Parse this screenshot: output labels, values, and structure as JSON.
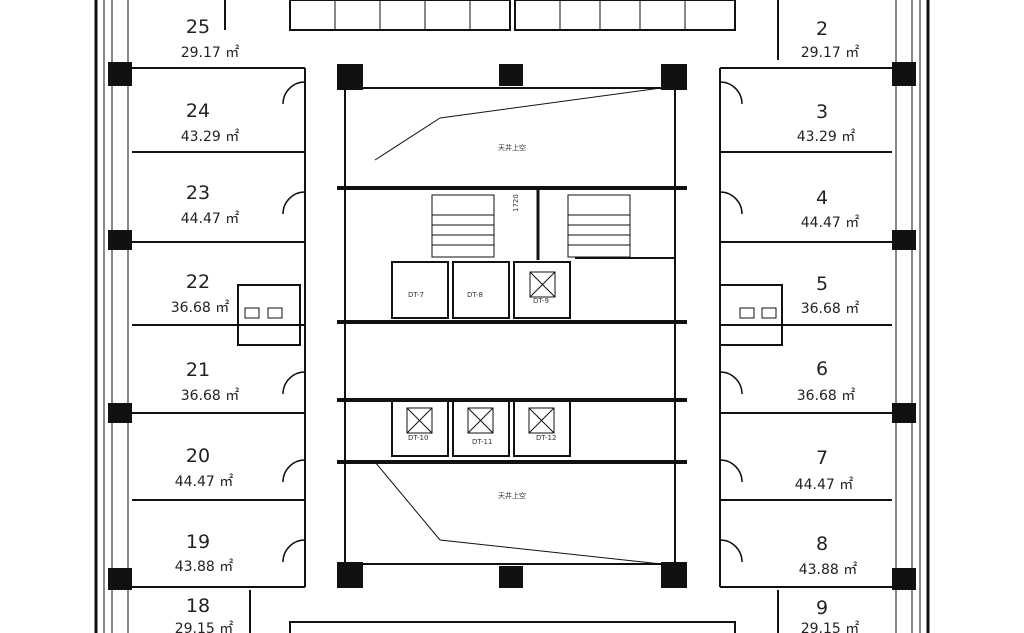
{
  "units_left": [
    {
      "number": "25",
      "area": "29.17 ㎡"
    },
    {
      "number": "24",
      "area": "43.29 ㎡"
    },
    {
      "number": "23",
      "area": "44.47 ㎡"
    },
    {
      "number": "22",
      "area": "36.68 ㎡"
    },
    {
      "number": "21",
      "area": "36.68 ㎡"
    },
    {
      "number": "20",
      "area": "44.47 ㎡"
    },
    {
      "number": "19",
      "area": "43.88 ㎡"
    },
    {
      "number": "18",
      "area": "29.15 ㎡"
    }
  ],
  "units_right": [
    {
      "number": "2",
      "area": "29.17 ㎡"
    },
    {
      "number": "3",
      "area": "43.29 ㎡"
    },
    {
      "number": "4",
      "area": "44.47 ㎡"
    },
    {
      "number": "5",
      "area": "36.68 ㎡"
    },
    {
      "number": "6",
      "area": "36.68 ㎡"
    },
    {
      "number": "7",
      "area": "44.47 ㎡"
    },
    {
      "number": "8",
      "area": "43.88 ㎡"
    },
    {
      "number": "9",
      "area": "29.15 ㎡"
    }
  ],
  "core": {
    "atrium_top": "天井上空",
    "atrium_bottom": "天井上空",
    "dim_label": "1720",
    "elevators_top": [
      "DT-7",
      "DT-8",
      "DT-9"
    ],
    "elevators_bottom": [
      "DT-10",
      "DT-11",
      "DT-12"
    ]
  }
}
